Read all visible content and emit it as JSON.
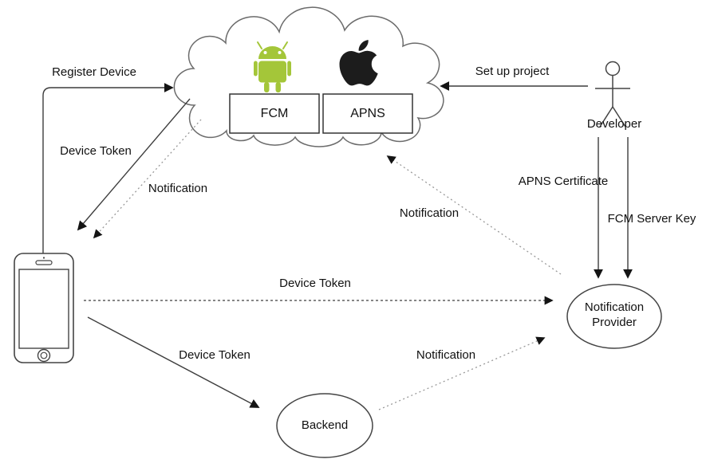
{
  "diagram": {
    "type": "push-notification-architecture-flow",
    "colors": {
      "android_green": "#A4C639",
      "apple_black": "#1c1c1c",
      "line": "#3d3d3d",
      "dotted_line": "#999999",
      "shape_stroke": "#555555"
    },
    "icons": {
      "cloud": "cloud-shape",
      "android": "android-robot-icon",
      "apple": "apple-logo-icon",
      "developer": "stick-figure-icon",
      "phone": "smartphone-icon"
    },
    "nodes": {
      "fcm": "FCM",
      "apns": "APNS",
      "developer": "Developer",
      "notification_provider_line1": "Notification",
      "notification_provider_line2": "Provider",
      "backend": "Backend"
    },
    "edges": {
      "register_device": {
        "label": "Register Device",
        "style": "solid",
        "from": "phone",
        "to": "cloud"
      },
      "device_token_cloud_to_phone": {
        "label": "Device Token",
        "style": "solid",
        "from": "cloud",
        "to": "phone"
      },
      "notification_cloud_to_phone": {
        "label": "Notification",
        "style": "dotted",
        "from": "cloud",
        "to": "phone"
      },
      "set_up_project": {
        "label": "Set up project",
        "style": "solid",
        "from": "developer",
        "to": "cloud"
      },
      "apns_certificate": {
        "label": "APNS Certificate",
        "style": "solid",
        "from": "developer",
        "to": "notification_provider"
      },
      "fcm_server_key": {
        "label": "FCM Server Key",
        "style": "solid",
        "from": "developer",
        "to": "notification_provider"
      },
      "notification_provider_to_cloud": {
        "label": "Notification",
        "style": "dotted",
        "from": "notification_provider",
        "to": "cloud"
      },
      "device_token_phone_to_provider": {
        "label": "Device Token",
        "style": "dashed",
        "from": "phone",
        "to": "notification_provider"
      },
      "device_token_phone_to_backend": {
        "label": "Device Token",
        "style": "solid",
        "from": "phone",
        "to": "backend"
      },
      "notification_backend_to_provider": {
        "label": "Notification",
        "style": "dotted",
        "from": "backend",
        "to": "notification_provider"
      }
    }
  }
}
